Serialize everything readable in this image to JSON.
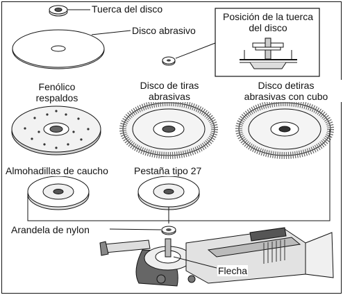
{
  "labels": {
    "nut": "Tuerca del disco",
    "abrasive_disc": "Disco abrasivo",
    "nut_position_line1": "Posición de la tuerca",
    "nut_position_line2": "del disco",
    "phenolic_line1": "Fenólico",
    "phenolic_line2": "respaldos",
    "flap_disc_line1": "Disco de tiras",
    "flap_disc_line2": "abrasivas",
    "flap_hub_line1": "Disco detiras",
    "flap_hub_line2": "abrasivas con cubo",
    "rubber_pads": "Almohadillas de caucho",
    "flange_27": "Pestaña tipo 27",
    "nylon_washer": "Arandela de nylon",
    "arbor": "Flecha"
  },
  "colors": {
    "line": "#111111",
    "fill_light": "#f2f2f2",
    "fill_mid": "#d8d8d8",
    "fill_dark": "#555555"
  }
}
